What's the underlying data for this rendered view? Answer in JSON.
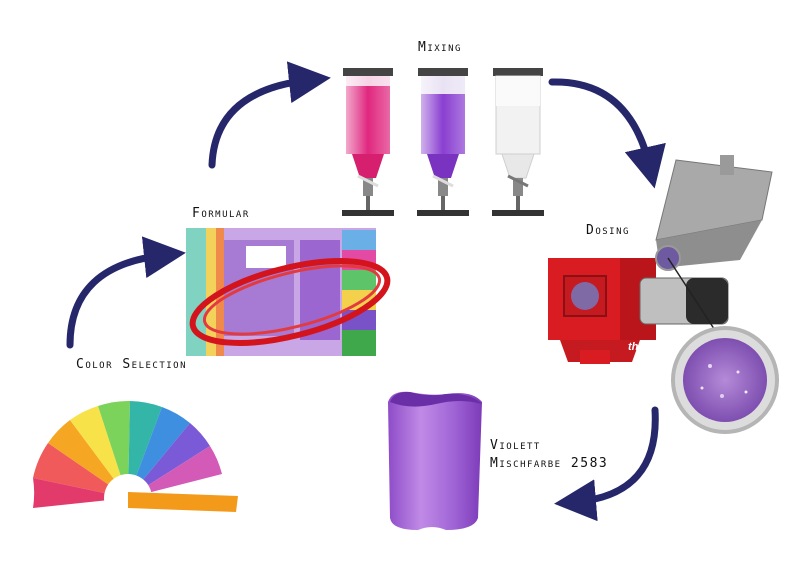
{
  "steps": {
    "mixing": "Mixing",
    "formular": "Formular",
    "dosing": "Dosing",
    "color_selection": "Color Selection",
    "result_line1": "Violett",
    "result_line2": "Mischfarbe 2583"
  },
  "machine_label": "the BA",
  "colors": {
    "arrow": "#26276b",
    "magenta": "#e0287f",
    "violet": "#8a3fd1",
    "white_powder": "#f2f2f2",
    "machine_red": "#d81c22",
    "cup": "#a86ad8"
  }
}
